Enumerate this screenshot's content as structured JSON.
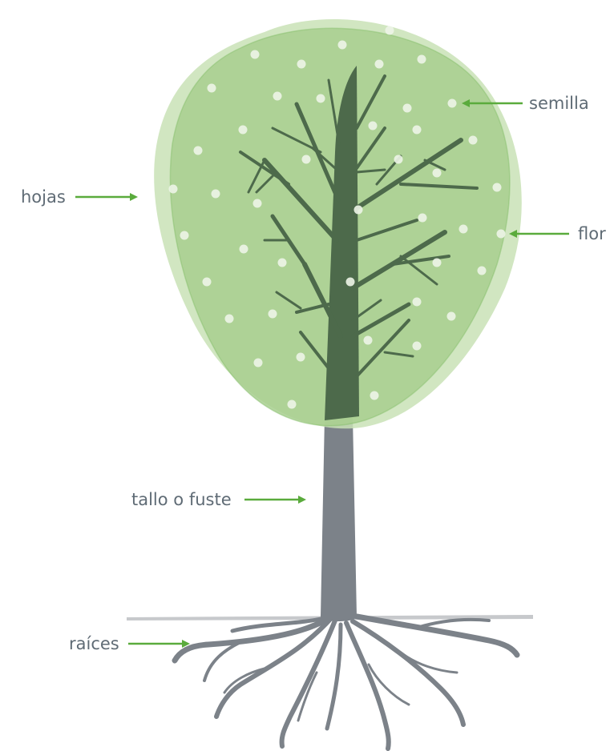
{
  "labels": {
    "semilla": "semilla",
    "hojas": "hojas",
    "flor": "flor",
    "tallo": "tallo o fuste",
    "raices": "raíces"
  },
  "colors": {
    "canopy_light": "#c9e2b6",
    "canopy_mid": "#a8cf8f",
    "canopy_edge": "#7cb960",
    "trunk": "#7c8289",
    "branches": "#4d6a4b",
    "roots": "#7c8289",
    "ground": "#b9bcbf",
    "arrow": "#5aab3c",
    "dots": "#eef5e8",
    "text": "#5f6b75"
  }
}
